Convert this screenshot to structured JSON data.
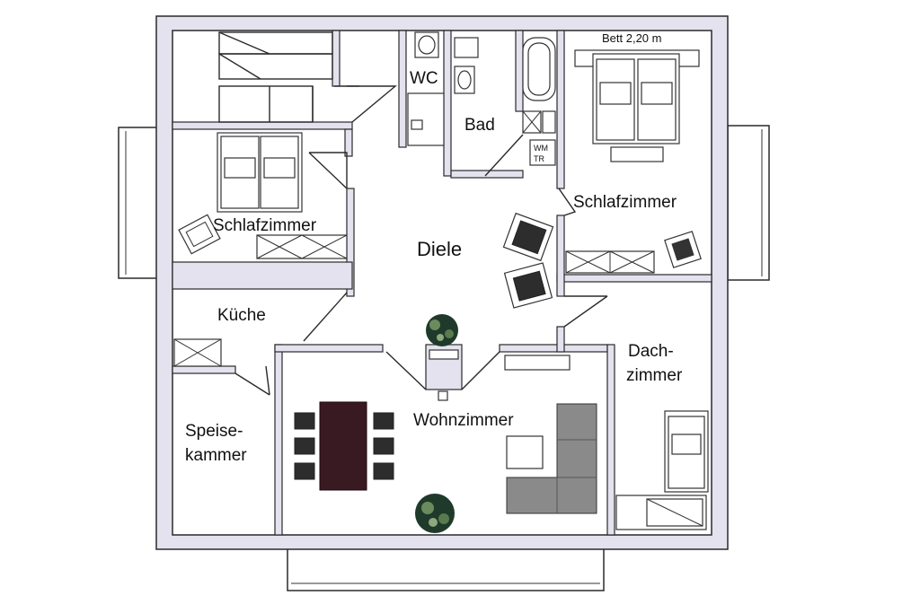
{
  "rooms": {
    "wc": "WC",
    "bad": "Bad",
    "schlafzimmer_left": "Schlafzimmer",
    "schlafzimmer_right": "Schlafzimmer",
    "diele": "Diele",
    "kueche": "Küche",
    "dachzimmer_1": "Dach-",
    "dachzimmer_2": "zimmer",
    "speisekammer_1": "Speise-",
    "speisekammer_2": "kammer",
    "wohnzimmer": "Wohnzimmer"
  },
  "annotations": {
    "bed_width": "Bett 2,20 m",
    "wm": "WM",
    "tr": "TR"
  }
}
